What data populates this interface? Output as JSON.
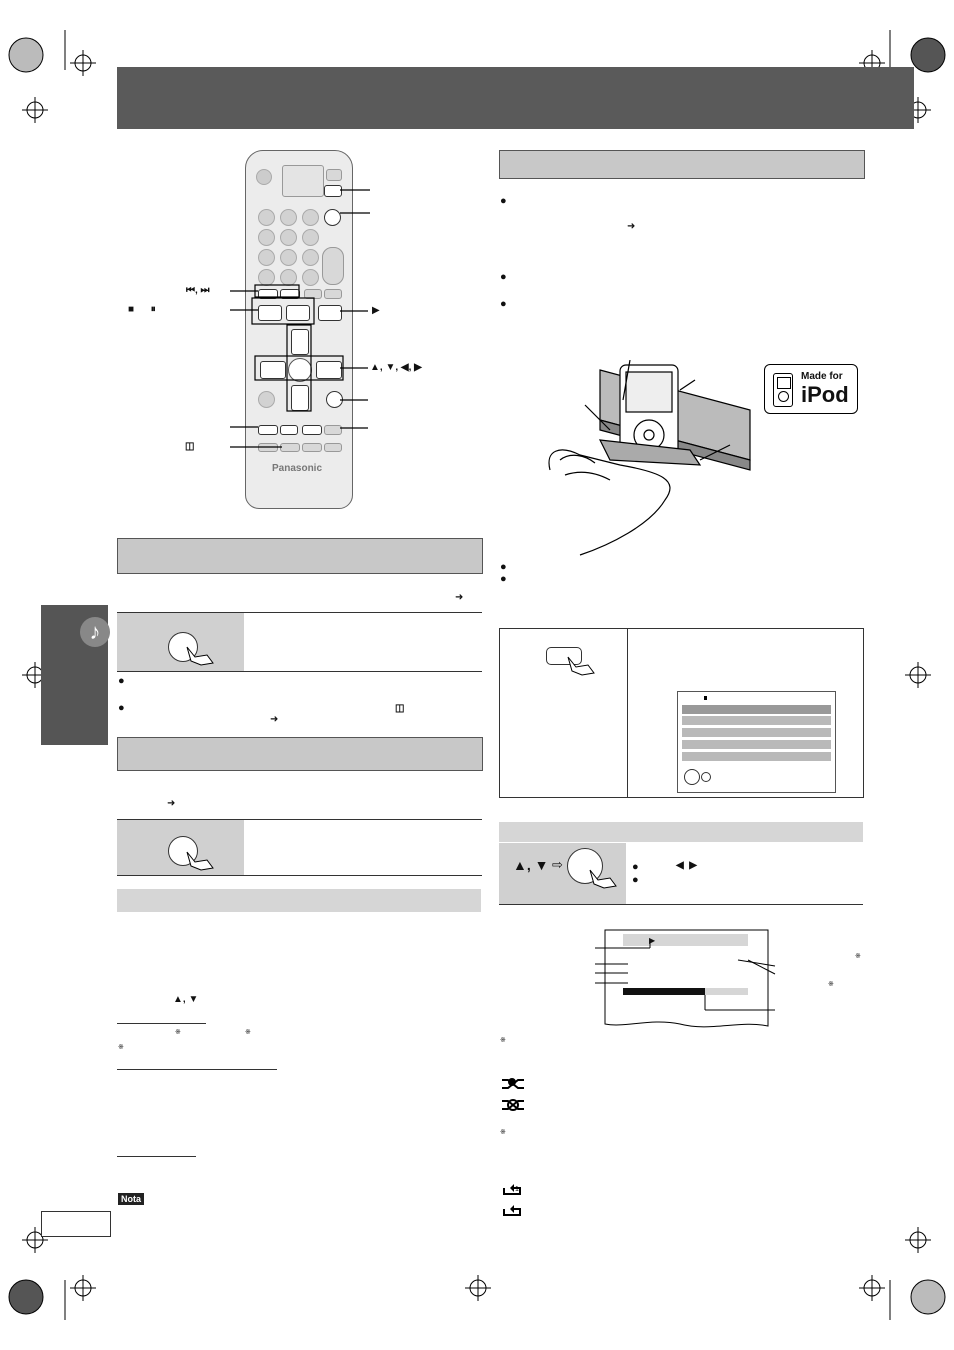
{
  "remote": {
    "brand": "Panasonic",
    "labels": {
      "skip": "⏮, ⏭",
      "stop_pause": "■      ⏸",
      "play": "▶",
      "arrows": "▲, ▼, ◀, ▶",
      "dolby": "◫"
    }
  },
  "left": {
    "arrow_ref_1": "➜",
    "arrow_ref_2": "➜",
    "arrow_ref_3": "➜",
    "updown": "▲, ▼",
    "footnote_mark": "※",
    "nota": "Nota",
    "note_icon": "♪"
  },
  "right": {
    "made_for": "Made for",
    "ipod": "iPod",
    "arrow_ref": "➜",
    "nav_keys": "▲, ▼",
    "lr_keys": "◀  ▶",
    "play_sym": "▶",
    "footnote_mark": "※",
    "shuffle_icons": [
      "shuffle-songs-icon",
      "shuffle-albums-icon"
    ],
    "repeat_icons": [
      "repeat-one-icon",
      "repeat-all-icon"
    ]
  },
  "colors": {
    "header": "#5a5a5a",
    "section": "#c8c8c8",
    "side_tab": "#555555"
  }
}
